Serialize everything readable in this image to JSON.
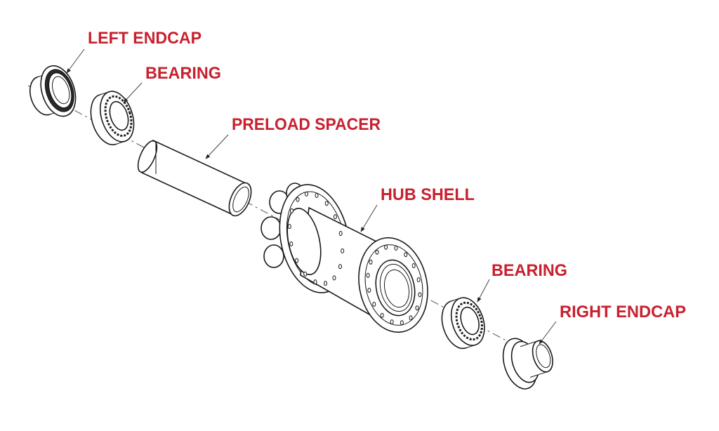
{
  "colors": {
    "label": "#c8202e",
    "line_art": "#1a1a1a",
    "background": "#ffffff"
  },
  "labels": {
    "left_endcap": "LEFT ENDCAP",
    "bearing_left": "BEARING",
    "preload_spacer": "PRELOAD SPACER",
    "hub_shell": "HUB SHELL",
    "bearing_right": "BEARING",
    "right_endcap": "RIGHT ENDCAP"
  }
}
